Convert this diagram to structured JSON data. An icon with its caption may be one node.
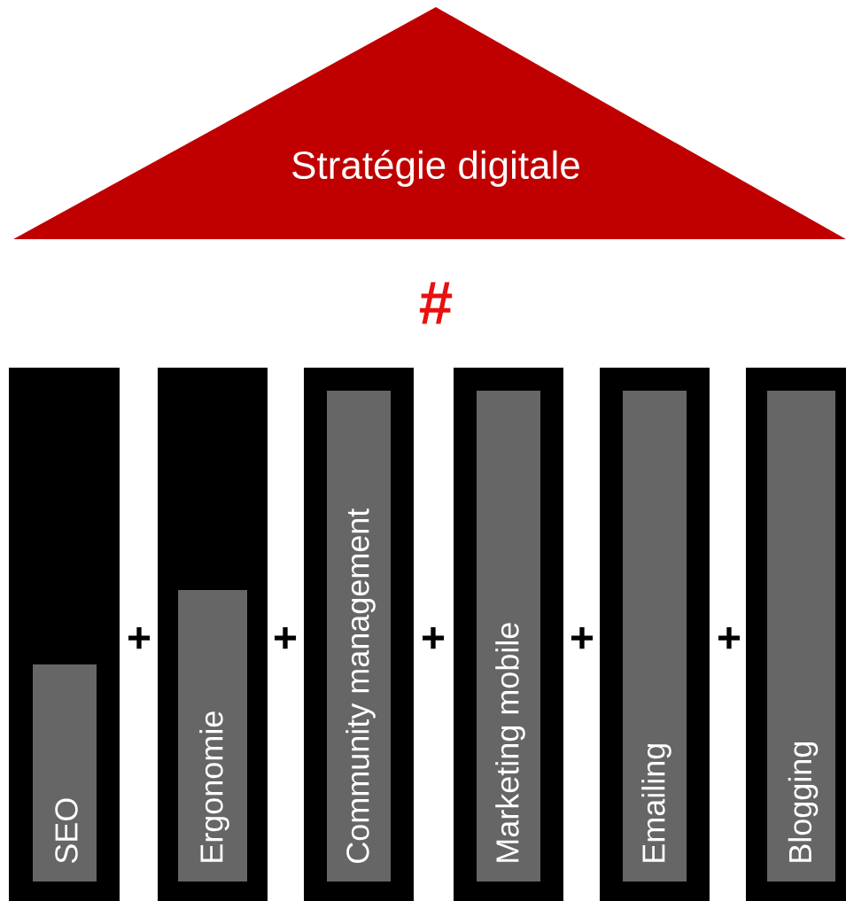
{
  "diagram": {
    "nodes": [
      {
        "text": [
          "Stratégie digitale"
        ]
      },
      {
        "text": [
          "SEO"
        ]
      },
      {
        "text": [
          "Ergonomie"
        ]
      },
      {
        "text": [
          "Community management"
        ]
      },
      {
        "text": [
          "Marketing mobile"
        ]
      },
      {
        "text": [
          "Emailing"
        ]
      },
      {
        "text": [
          "Blogging"
        ]
      }
    ],
    "labels": [
      "#",
      "+",
      "+",
      "+",
      "+",
      "+"
    ]
  }
}
